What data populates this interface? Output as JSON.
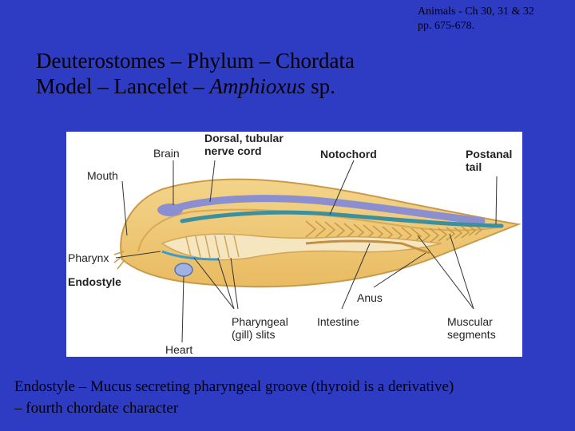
{
  "reference": {
    "line1": "Animals - Ch 30, 31 & 32",
    "line2": "pp. 675-678."
  },
  "title": {
    "line1": "Deuterostomes – Phylum – Chordata",
    "line2_prefix": "Model – Lancelet – ",
    "line2_italic": "Amphioxus",
    "line2_suffix": " sp."
  },
  "diagram": {
    "labels": {
      "brain": "Brain",
      "dorsal_line1": "Dorsal, tubular",
      "dorsal_line2": "nerve cord",
      "notochord": "Notochord",
      "postanal_line1": "Postanal",
      "postanal_line2": "tail",
      "mouth": "Mouth",
      "pharynx": "Pharynx",
      "endostyle": "Endostyle",
      "anus": "Anus",
      "gill_line1": "Pharyngeal",
      "gill_line2": "(gill) slits",
      "intestine": "Intestine",
      "muscular_line1": "Muscular",
      "muscular_line2": "segments",
      "heart": "Heart"
    }
  },
  "caption": {
    "line1": "Endostyle – Mucus secreting pharyngeal groove (thyroid is a derivative)",
    "line2": "– fourth chordate character"
  }
}
